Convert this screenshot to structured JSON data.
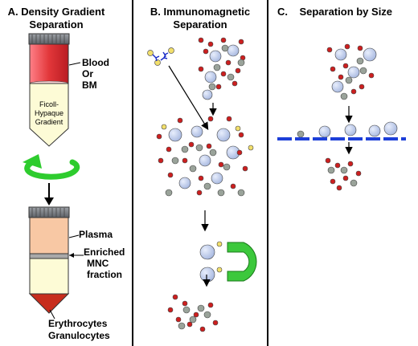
{
  "panels": {
    "a": {
      "title_line1": "A. Density Gradient",
      "title_line2": "Separation",
      "blood_line1": "Blood",
      "blood_line2": "Or",
      "blood_line3": "BM",
      "gradient_line1": "Ficoll-",
      "gradient_line2": "Hypaque",
      "gradient_line3": "Gradient",
      "plasma": "Plasma",
      "mnc_line1": "Enriched",
      "mnc_line2": "MNC",
      "mnc_line3": "fraction",
      "erythrocytes": "Erythrocytes",
      "granulocytes": "Granulocytes"
    },
    "b": {
      "title_line1": "B. Immunomagnetic",
      "title_line2": "Separation"
    },
    "c": {
      "title": "C.    Separation by Size"
    }
  },
  "colors": {
    "red_cell": "#cc1f1f",
    "gray_cell": "#9aa39a",
    "lymph_cell": "#b8c8ea",
    "bead": "#f2df6b",
    "antibody": "#1d2fc8",
    "magnet": "#3cc83c",
    "filter": "#1d3fd8",
    "blood": "#e2373a",
    "plasma": "#f8c8a4",
    "gradient_fill": "#fdfbd6",
    "cap": "#7b7f85",
    "arrow_green": "#2ecc2e",
    "rbc_layer": "#c72d1d"
  },
  "icons": [
    "tube-icon",
    "centrifuge-arrow-icon",
    "magnet-icon",
    "filter-membrane-icon",
    "antibody-icon",
    "bead-icon"
  ]
}
